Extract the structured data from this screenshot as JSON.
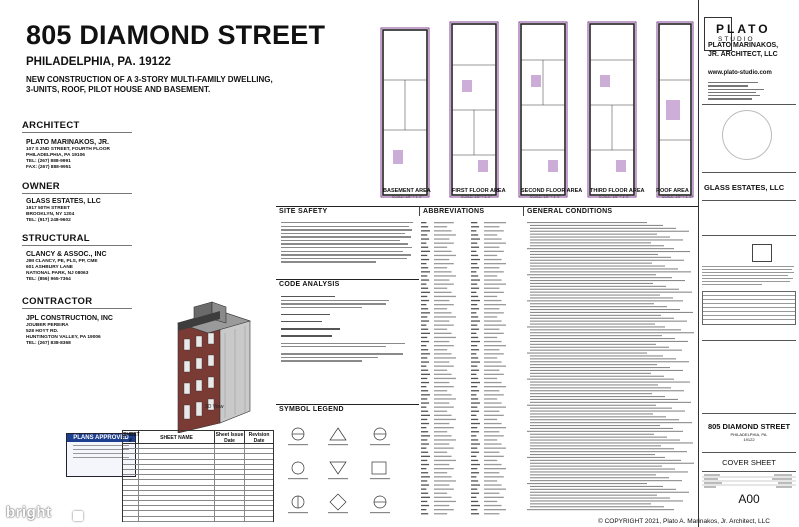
{
  "project": {
    "title": "805 DIAMOND STREET",
    "location": "PHILADELPHIA, PA. 19122",
    "description": "NEW CONSTRUCTION OF A 3-STORY MULTI-FAMILY DWELLING, 3-UNITS, ROOF, PILOT HOUSE AND BASEMENT."
  },
  "sections": {
    "architect": {
      "label": "ARCHITECT",
      "name": "PLATO MARINAKOS, JR.",
      "lines": [
        "107 S 2ND STREET, FOURTH FLOOR",
        "PHILADELPHIA, PA 19106",
        "TEL: (267) 888-9991",
        "FAX: (267) 888-9951"
      ]
    },
    "owner": {
      "label": "OWNER",
      "name": "GLASS ESTATES, LLC",
      "lines": [
        "1917 50TH STREET",
        "BROOKLYN, NY 1204",
        "TEL: (917) 248-9602"
      ]
    },
    "structural": {
      "label": "STRUCTURAL",
      "name": "CLANCY & ASSOC., INC",
      "lines": [
        "JIM CLANCY, PE, PLS, PP, CME",
        "601 ASHBURY LANE",
        "NATIONAL PARK, NJ 08063",
        "TEL: (856) 965-7364"
      ]
    },
    "contractor": {
      "label": "CONTRACTOR",
      "name": "JPL CONSTRUCTION, INC",
      "lines": [
        "JOUBER PEREIRA",
        "528 HOYT RD.",
        "HUNTINGTON VALLEY, PA 19006",
        "TEL: (267) 838-8368"
      ]
    }
  },
  "plans_approved": "PLANS APPROVED",
  "panels": {
    "site_safety": "SITE SAFETY",
    "abbreviations": "ABBREVIATIONS",
    "general_conditions": "GENERAL CONDITIONS",
    "code_analysis": "CODE ANALYSIS",
    "symbol_legend": "SYMBOL LEGEND"
  },
  "plans": [
    {
      "label": "BASEMENT AREA"
    },
    {
      "label": "FIRST FLOOR AREA"
    },
    {
      "label": "SECOND FLOOR AREA"
    },
    {
      "label": "THIRD FLOOR AREA"
    },
    {
      "label": "ROOF AREA"
    }
  ],
  "plan_scale": "SCALE: 1/8\" = 1'-0\"",
  "render_label": "3D View",
  "sheet_index": {
    "headers": [
      "SHEET #",
      "SHEET NAME",
      "Sheet Issue Date",
      "Revision Date"
    ]
  },
  "title_block": {
    "logo_top": "PLATO",
    "logo_bottom": "STUDIO",
    "firm": "PLATO MARINAKOS, JR. ARCHITECT, LLC",
    "url": "www.plato-studio.com",
    "client": "GLASS ESTATES, LLC",
    "project_title": "805 DIAMOND STREET",
    "project_city": "PHILADELPHIA, PA.",
    "project_zip": "19122",
    "sheet_title": "COVER SHEET",
    "sheet_number": "A00",
    "copyright": "© COPYRIGHT 2021, Plato A. Marinakos, Jr. Architect, LLC"
  },
  "watermark": "bright"
}
